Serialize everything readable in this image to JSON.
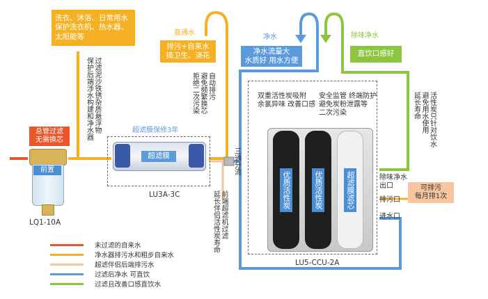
{
  "colors": {
    "unfiltered": "#e8562a",
    "purifier_flush": "#f5b023",
    "ultrafilter_flush": "#f7c6a0",
    "filtered": "#5b9bdc",
    "improved": "#8cc540"
  },
  "callouts": {
    "household_uses": "洗衣、沐浴、日常用水\n保护洗衣机、热水器、\n太阳能等",
    "direct_water_title": "直通水",
    "direct_water_box": "排污+自来水\n搞卫生、浇花",
    "pure_water_title": "净水",
    "pure_water_box": "净水流量大\n水质好 用水方便",
    "odor_free_title": "除味净水",
    "odor_free_box": "直饮口感好",
    "main_pipe_box": "总管过滤\n无需换芯",
    "flush_box": "可排污\n每月排1次"
  },
  "prefilter": {
    "label": "前置",
    "model": "LQ1-10A",
    "note": "过滤泥沙铁锈杂质悬浮物\n保护后端涉水构建和净水器"
  },
  "ultrafilter": {
    "title": "超滤膜保修3年",
    "label": "超滤膜",
    "model": "LU3A-3C",
    "note": "自动排污\n避免频繁换芯\n拒绝二次污染"
  },
  "three_way": {
    "label": "三通分流",
    "note": "前端超滤机过滤\n延长伴侣活性炭寿命"
  },
  "purifier": {
    "model": "LU5-CCU-2A",
    "note_a": "双重活性炭吸附\n余氯异味 改善口感",
    "note_b": "安全监管 终端防护\n避免炭粉泄露等\n二次污染",
    "cartridge_1": "优质活性炭",
    "cartridge_2": "优质活性炭",
    "cartridge_3": "超滤膜滤芯",
    "side_note": "活性炭只针对饮水\n避免用水使用\n延长寿命",
    "port_odor_free": "除味净水\n出口",
    "port_drain": "排污口",
    "port_inlet": "进水口"
  },
  "legend": [
    {
      "label": "未过滤的自来水",
      "color": "#e8562a"
    },
    {
      "label": "净水器排污水和粗步自来水",
      "color": "#f5b023"
    },
    {
      "label": "超滤伴侣后端排污水",
      "color": "#f7c6a0"
    },
    {
      "label": "过滤后净水  可直饮",
      "color": "#5b9bdc"
    },
    {
      "label": "过滤且改善口感直饮水",
      "color": "#8cc540"
    }
  ]
}
